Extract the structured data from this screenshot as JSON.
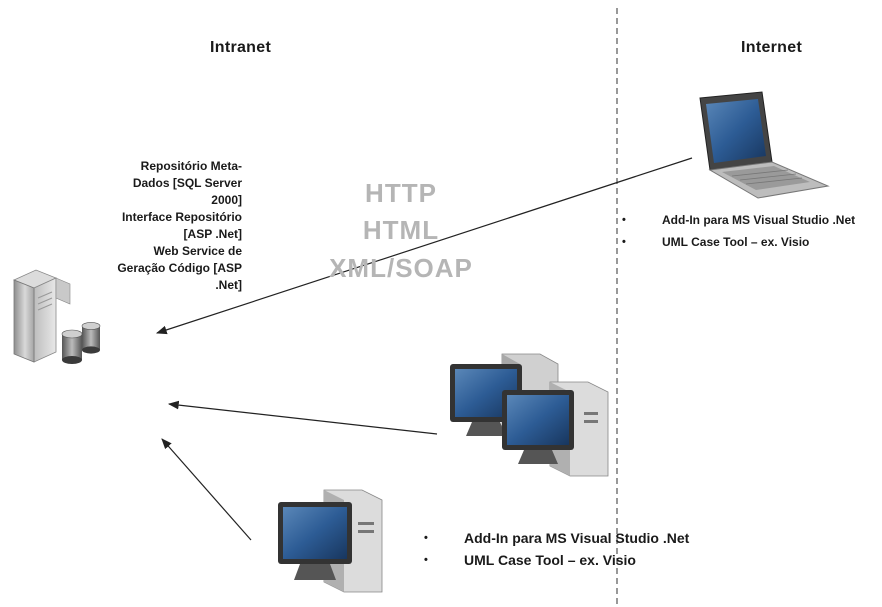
{
  "zones": {
    "intranet": "Intranet",
    "internet": "Internet"
  },
  "server_description": [
    "Repositório Meta-",
    "Dados [SQL Server",
    "2000]",
    "Interface Repositório",
    "[ASP .Net]",
    "Web Service de",
    "Geração Código [ASP",
    ".Net]"
  ],
  "protocols": [
    "HTTP",
    "HTML",
    "XML/SOAP"
  ],
  "internet_client_features": [
    "Add-In para MS Visual Studio .Net",
    "UML Case Tool – ex. Visio"
  ],
  "intranet_client_features": [
    "Add-In para MS Visual Studio .Net",
    "UML Case Tool – ex. Visio"
  ],
  "icons": {
    "server": "server-database-icon",
    "laptop": "laptop-icon",
    "workstations": "workstation-pair-icon",
    "workstation": "workstation-icon"
  }
}
